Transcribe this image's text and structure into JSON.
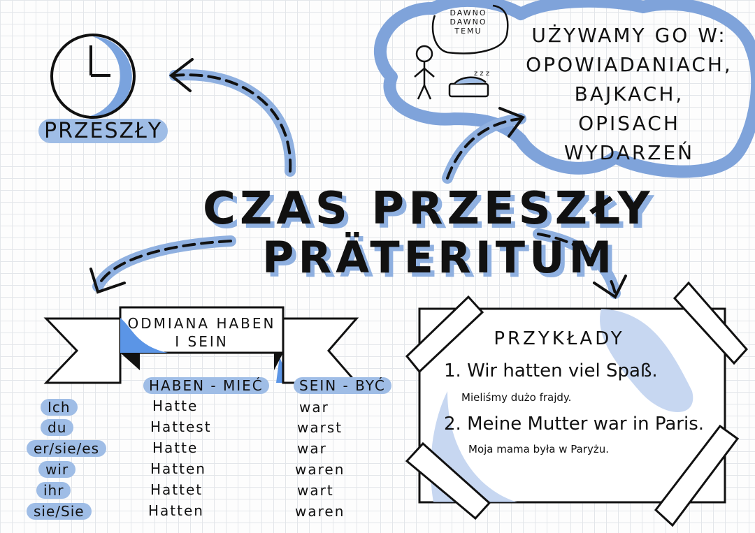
{
  "clock_label": "PRZESZŁY",
  "speech_bubble": [
    "DAWNO",
    "DAWNO",
    "TEMU"
  ],
  "cloud_text": [
    "UŻYWAMY GO W:",
    "OPOWIADANIACH,",
    "BAJKACH, OPISACH",
    "WYDARZEŃ"
  ],
  "title_line1": "CZAS PRZESZŁY",
  "title_line2": "PRÄTERITUM",
  "banner_title": [
    "ODMIANA HABEN",
    "I SEIN"
  ],
  "conjugation": {
    "haben_header": "HABEN - MIEĆ",
    "sein_header": "SEIN - BYĆ",
    "pronouns": [
      "Ich",
      "du",
      "er/sie/es",
      "wir",
      "ihr",
      "sie/Sie"
    ],
    "haben": [
      "Hatte",
      "Hattest",
      "Hatte",
      "Hatten",
      "Hattet",
      "Hatten"
    ],
    "sein": [
      "war",
      "warst",
      "war",
      "waren",
      "wart",
      "waren"
    ]
  },
  "examples": {
    "title": "PRZYKŁADY",
    "items": [
      {
        "de": "1. Wir hatten viel Spaß.",
        "pl": "Mieliśmy dużo frajdy."
      },
      {
        "de": "2. Meine Mutter war in Paris.",
        "pl": "Moja mama była w Paryżu."
      }
    ]
  },
  "colors": {
    "accent": "#8fb0e0",
    "accent_strong": "#5b95e6",
    "ink": "#111111"
  }
}
